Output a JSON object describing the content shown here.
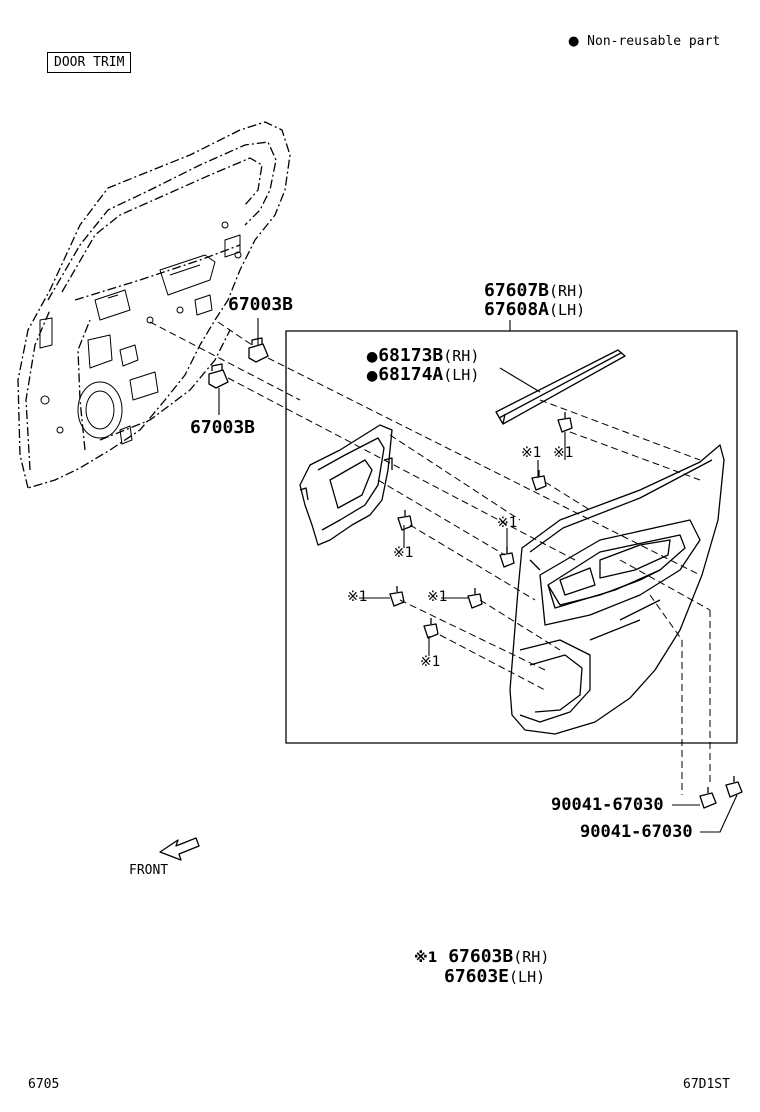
{
  "title_box": "DOOR TRIM",
  "legend": {
    "symbol": "●",
    "text": "Non-reusable part"
  },
  "parts": {
    "clip_upper": "67003B",
    "clip_lower": "67003B",
    "board_rh": "67607B",
    "board_lh": "67608A",
    "weatherstrip_rh": "68173B",
    "weatherstrip_lh": "68174A",
    "screw_1": "90041-67030",
    "screw_2": "90041-67030",
    "clip_note_rh": "67603B",
    "clip_note_lh": "67603E"
  },
  "suffix": {
    "rh": "(RH)",
    "lh": "(LH)"
  },
  "marks": {
    "dot": "●",
    "ref1": "※1"
  },
  "front_label": "FRONT",
  "footer": {
    "left": "6705",
    "right": "67D1ST"
  }
}
